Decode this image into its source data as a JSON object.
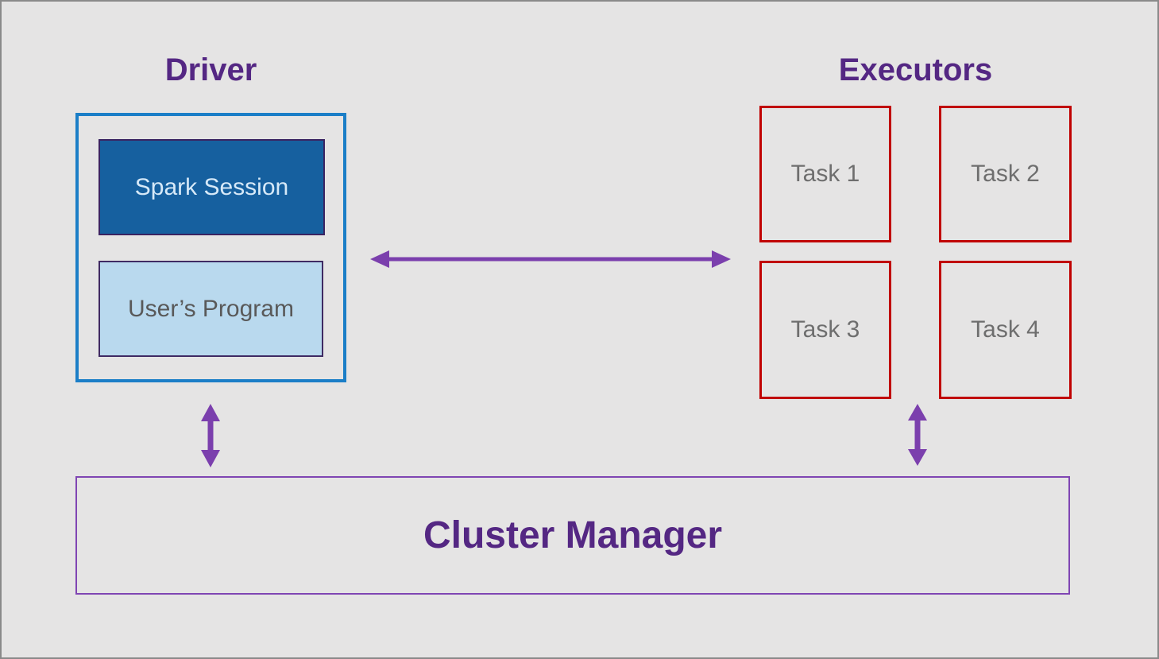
{
  "colors": {
    "background": "#e5e4e4",
    "frame-border": "#8a8a8a",
    "heading": "#542783",
    "arrow": "#7b3fad",
    "driver-border": "#1b7ec7",
    "spark-fill": "#16609f",
    "spark-border": "#3a2361",
    "spark-text": "#d6e9f8",
    "user-fill": "#b9d9ee",
    "user-border": "#3f2a63",
    "user-text": "#595959",
    "task-border": "#c00000",
    "task-text": "#6e6e6e",
    "cluster-border": "#7f45b3",
    "cluster-text": "#542783"
  },
  "driver": {
    "title": "Driver",
    "spark_session_label": "Spark Session",
    "users_program_label": "User’s Program"
  },
  "executors": {
    "title": "Executors",
    "tasks": [
      {
        "label": "Task 1"
      },
      {
        "label": "Task 2"
      },
      {
        "label": "Task 3"
      },
      {
        "label": "Task 4"
      }
    ]
  },
  "cluster_manager": {
    "label": "Cluster Manager"
  },
  "connections": [
    {
      "name": "driver-executors-arrow",
      "type": "bidirectional-horizontal"
    },
    {
      "name": "driver-cluster-arrow",
      "type": "bidirectional-vertical"
    },
    {
      "name": "executors-cluster-arrow",
      "type": "bidirectional-vertical"
    }
  ]
}
